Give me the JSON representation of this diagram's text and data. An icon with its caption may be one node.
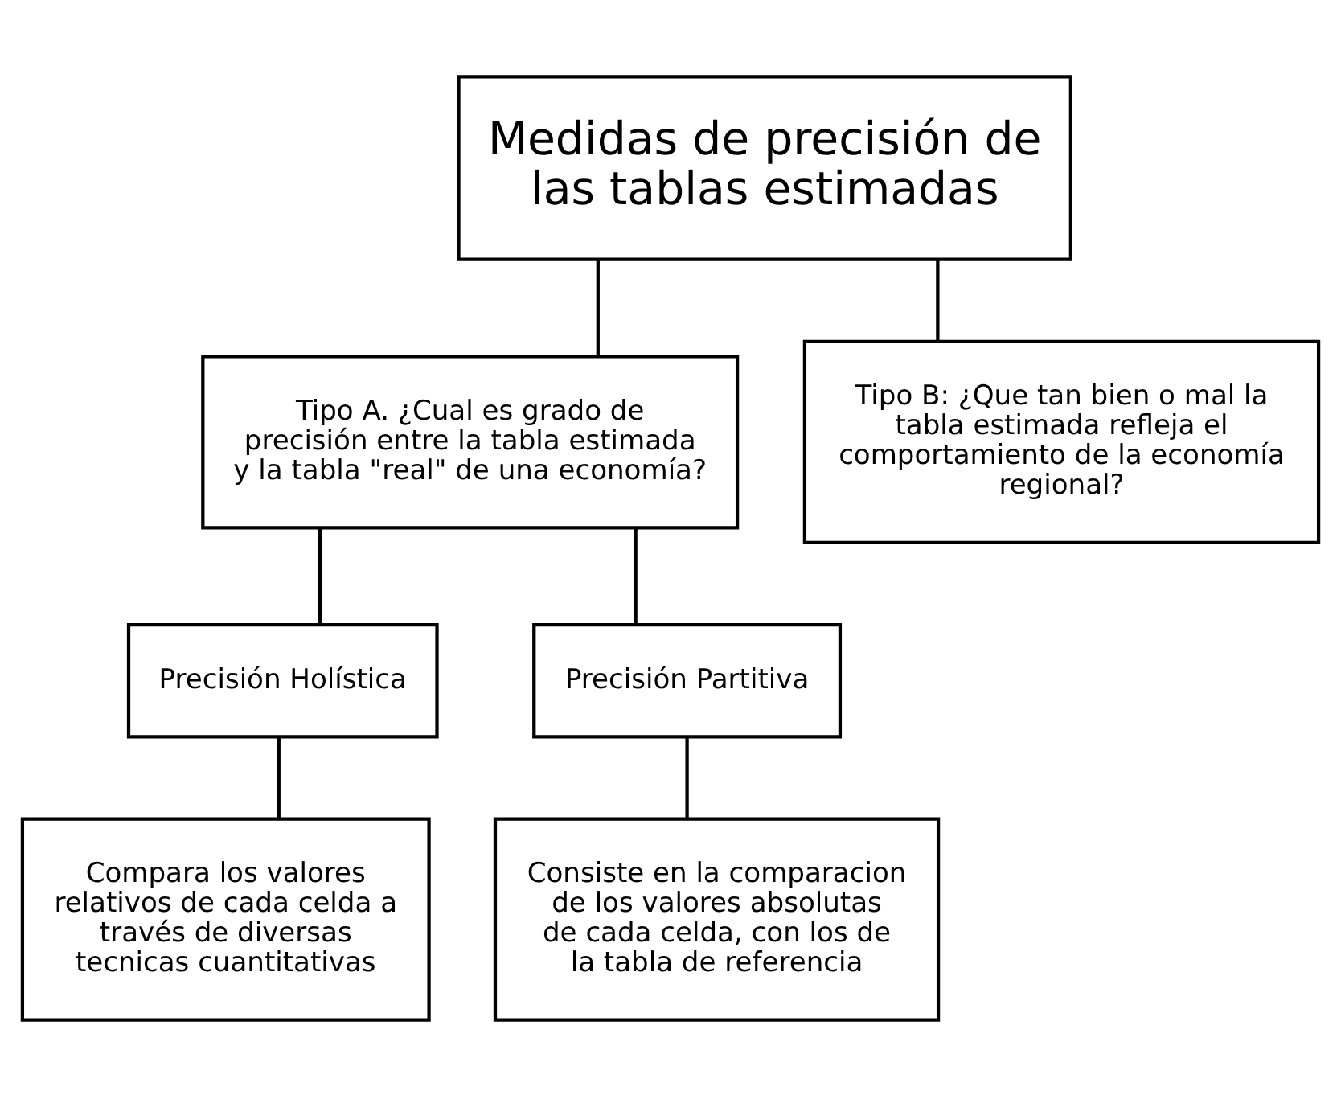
{
  "diagram": {
    "nodes": [
      {
        "text": [
          "Medidas de precisión de las tablas estimadas"
        ]
      },
      {
        "text": [
          "Tipo A. ¿Cual es grado de precisión entre la tabla estimada y la tabla \"real\" de una economía?"
        ]
      },
      {
        "text": [
          "Tipo B: ¿Que tan bien o mal la tabla estimada refleja el comportamiento de la economía regional?"
        ]
      },
      {
        "text": [
          "Precisión Holística"
        ]
      },
      {
        "text": [
          "Precisión Partitiva"
        ]
      },
      {
        "text": [
          "Compara los valores relativos de cada celda a través de diversas tecnicas cuantitativas"
        ]
      },
      {
        "text": [
          "Consiste en la comparacion de los valores absolutas de cada celda, con los de la tabla de referencia"
        ]
      }
    ],
    "edges": [
      {
        "from": 0,
        "to": 1,
        "arrow": "none"
      },
      {
        "from": 0,
        "to": 2,
        "arrow": "none"
      },
      {
        "from": 1,
        "to": 3,
        "arrow": "none"
      },
      {
        "from": 1,
        "to": 4,
        "arrow": "none"
      },
      {
        "from": 3,
        "to": 5,
        "arrow": "none"
      },
      {
        "from": 4,
        "to": 6,
        "arrow": "none"
      }
    ]
  }
}
